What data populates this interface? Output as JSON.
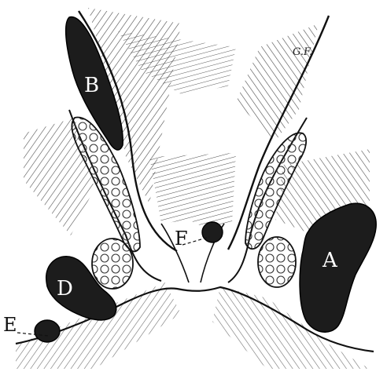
{
  "labels": {
    "A": "A",
    "B": "B",
    "D": "D",
    "E": "E",
    "F": "F",
    "GF": "G.F."
  },
  "colors": {
    "ink": "#1a1a1a",
    "abscess_fill": "#1c1c1c",
    "paper": "#ffffff"
  }
}
